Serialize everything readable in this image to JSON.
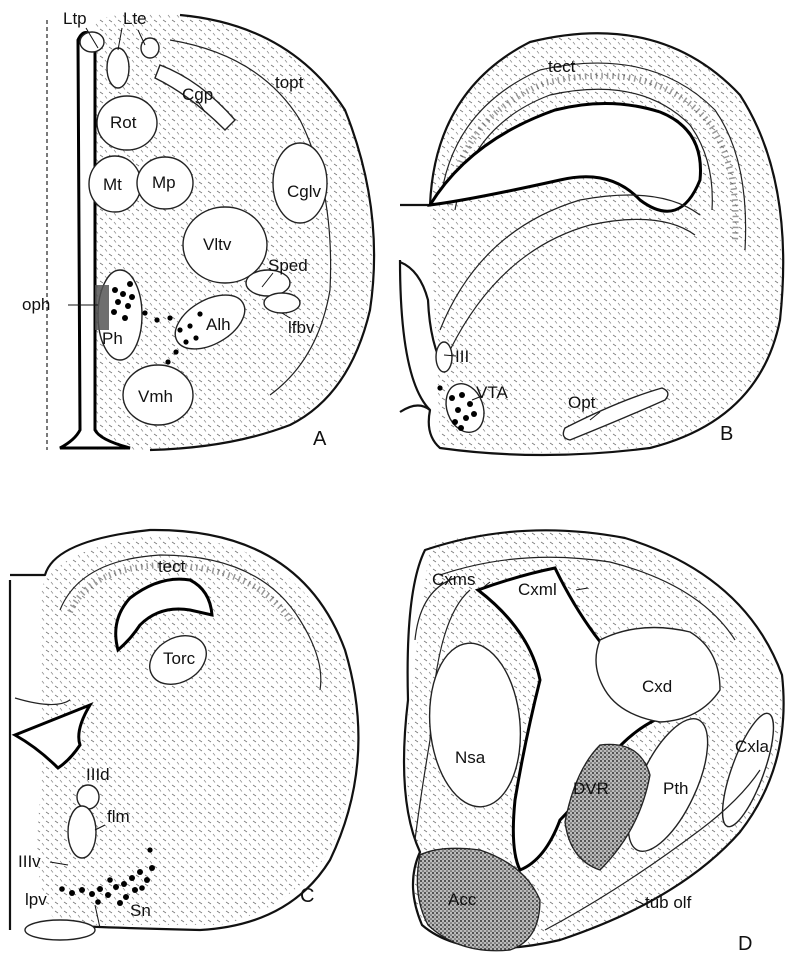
{
  "panels": {
    "A": {
      "letter": "A",
      "labels": [
        "Ltp",
        "Lte",
        "topt",
        "Rot",
        "Cgp",
        "Mt",
        "Mp",
        "Cglv",
        "Vltv",
        "Sped",
        "oph",
        "Ph",
        "Alh",
        "lfbv",
        "Vmh"
      ]
    },
    "B": {
      "letter": "B",
      "labels": [
        "tect",
        "III",
        "VTA",
        "Opt"
      ]
    },
    "C": {
      "letter": "C",
      "labels": [
        "tect",
        "Torc",
        "IIId",
        "flm",
        "IIIv",
        "lpv",
        "Sn"
      ]
    },
    "D": {
      "letter": "D",
      "labels": [
        "Cxms",
        "Cxml",
        "Cxd",
        "Cxla",
        "Nsa",
        "DVR",
        "Pth",
        "Acc",
        "tub olf"
      ]
    }
  },
  "colors": {
    "ink": "#111111",
    "background": "#ffffff",
    "stipple": "#555555"
  }
}
